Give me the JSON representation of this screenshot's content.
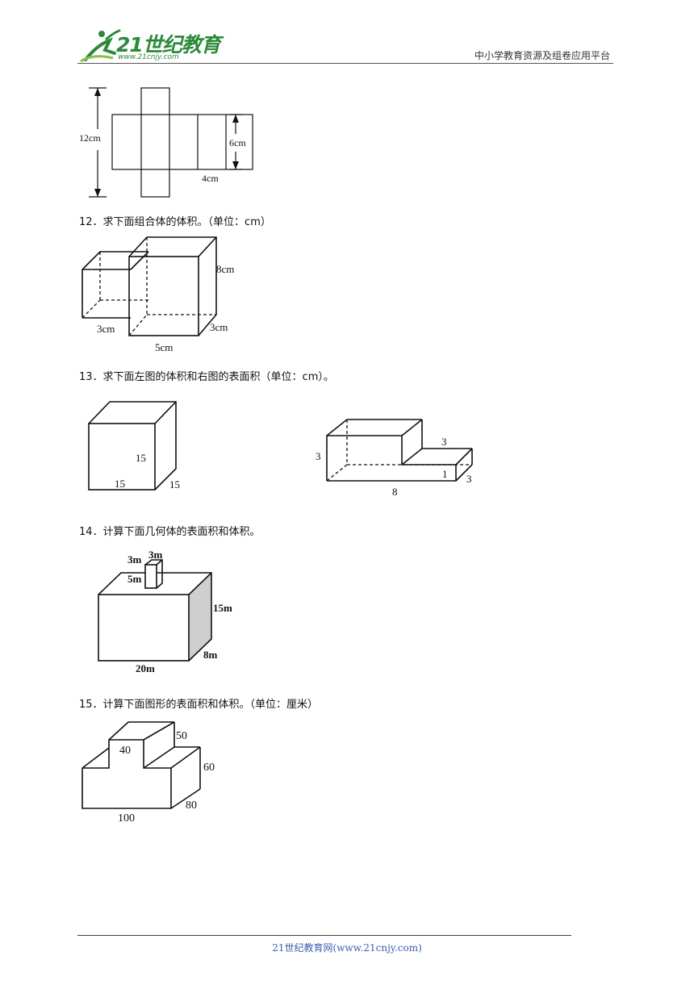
{
  "header": {
    "logo_text": "21世纪教育",
    "logo_sub": "www.21cnjy.com",
    "platform": "中小学教育资源及组卷应用平台"
  },
  "figure_net": {
    "height_label": "12cm",
    "side_label": "6cm",
    "width_label": "4cm"
  },
  "q12": {
    "text": "12．求下面组合体的体积。（单位：cm）",
    "labels": {
      "height": "8cm",
      "small_edge": "3cm",
      "depth": "3cm",
      "width": "5cm"
    }
  },
  "q13": {
    "text": "13．求下面左图的体积和右图的表面积（单位：cm）。",
    "left_labels": {
      "height": "15",
      "width": "15",
      "depth": "15"
    },
    "right_labels": {
      "height": "3",
      "step_width": "3",
      "step_height": "1",
      "depth": "3",
      "length": "8"
    }
  },
  "q14": {
    "text": "14．计算下面几何体的表面积和体积。",
    "labels": {
      "top_a": "3m",
      "top_b": "3m",
      "top_h": "5m",
      "height": "15m",
      "depth": "8m",
      "width": "20m"
    }
  },
  "q15": {
    "text": "15．计算下面图形的表面积和体积。（单位：厘米）",
    "labels": {
      "top_width": "40",
      "top_depth": "50",
      "height": "60",
      "depth": "80",
      "length": "100"
    }
  },
  "footer": {
    "text": "21世纪教育网(www.21cnjy.com)"
  }
}
